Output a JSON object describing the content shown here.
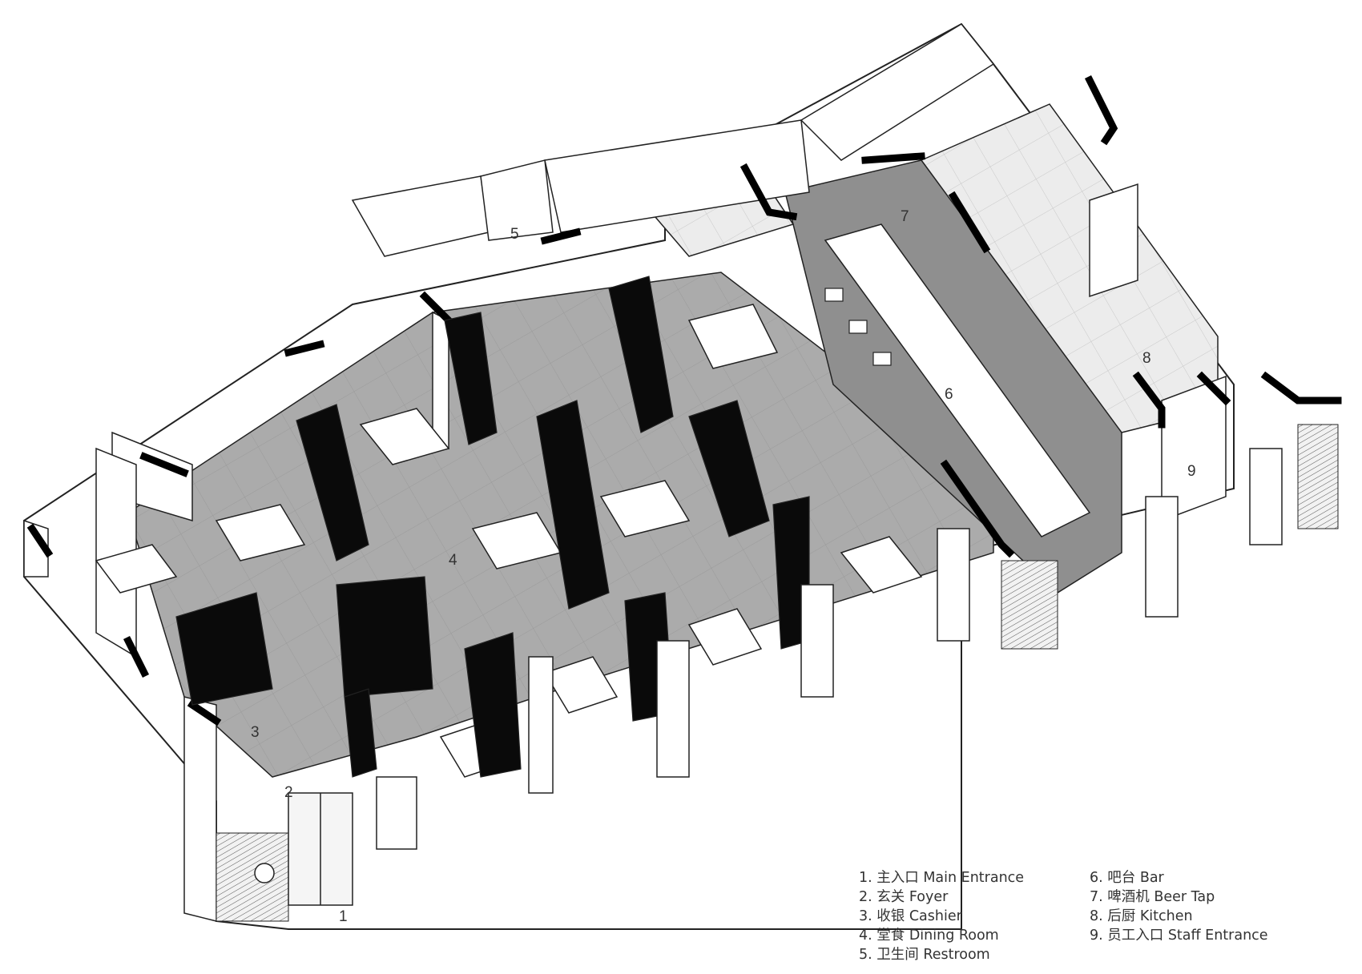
{
  "plan_labels": [
    {
      "id": "1",
      "text": "1"
    },
    {
      "id": "2",
      "text": "2"
    },
    {
      "id": "3",
      "text": "3"
    },
    {
      "id": "4",
      "text": "4"
    },
    {
      "id": "5",
      "text": "5"
    },
    {
      "id": "6",
      "text": "6"
    },
    {
      "id": "7",
      "text": "7"
    },
    {
      "id": "8",
      "text": "8"
    },
    {
      "id": "9",
      "text": "9"
    }
  ],
  "legend": {
    "col1": [
      "1.  主入口 Main Entrance",
      "2.  玄关 Foyer",
      "3.  收银 Cashier",
      "4.  堂食 Dining Room",
      "5.  卫生间 Restroom"
    ],
    "col2": [
      "6.  吧台 Bar",
      "7.  啤酒机 Beer Tap",
      "8.  后厨 Kitchen",
      "9.  员工入口 Staff Entrance"
    ]
  },
  "colors": {
    "floor_dining": "#ababab",
    "floor_kitchen": "#e6e6e6",
    "wall": "#ffffff",
    "line": "#222222",
    "dark_block": "#0a0a0a"
  }
}
